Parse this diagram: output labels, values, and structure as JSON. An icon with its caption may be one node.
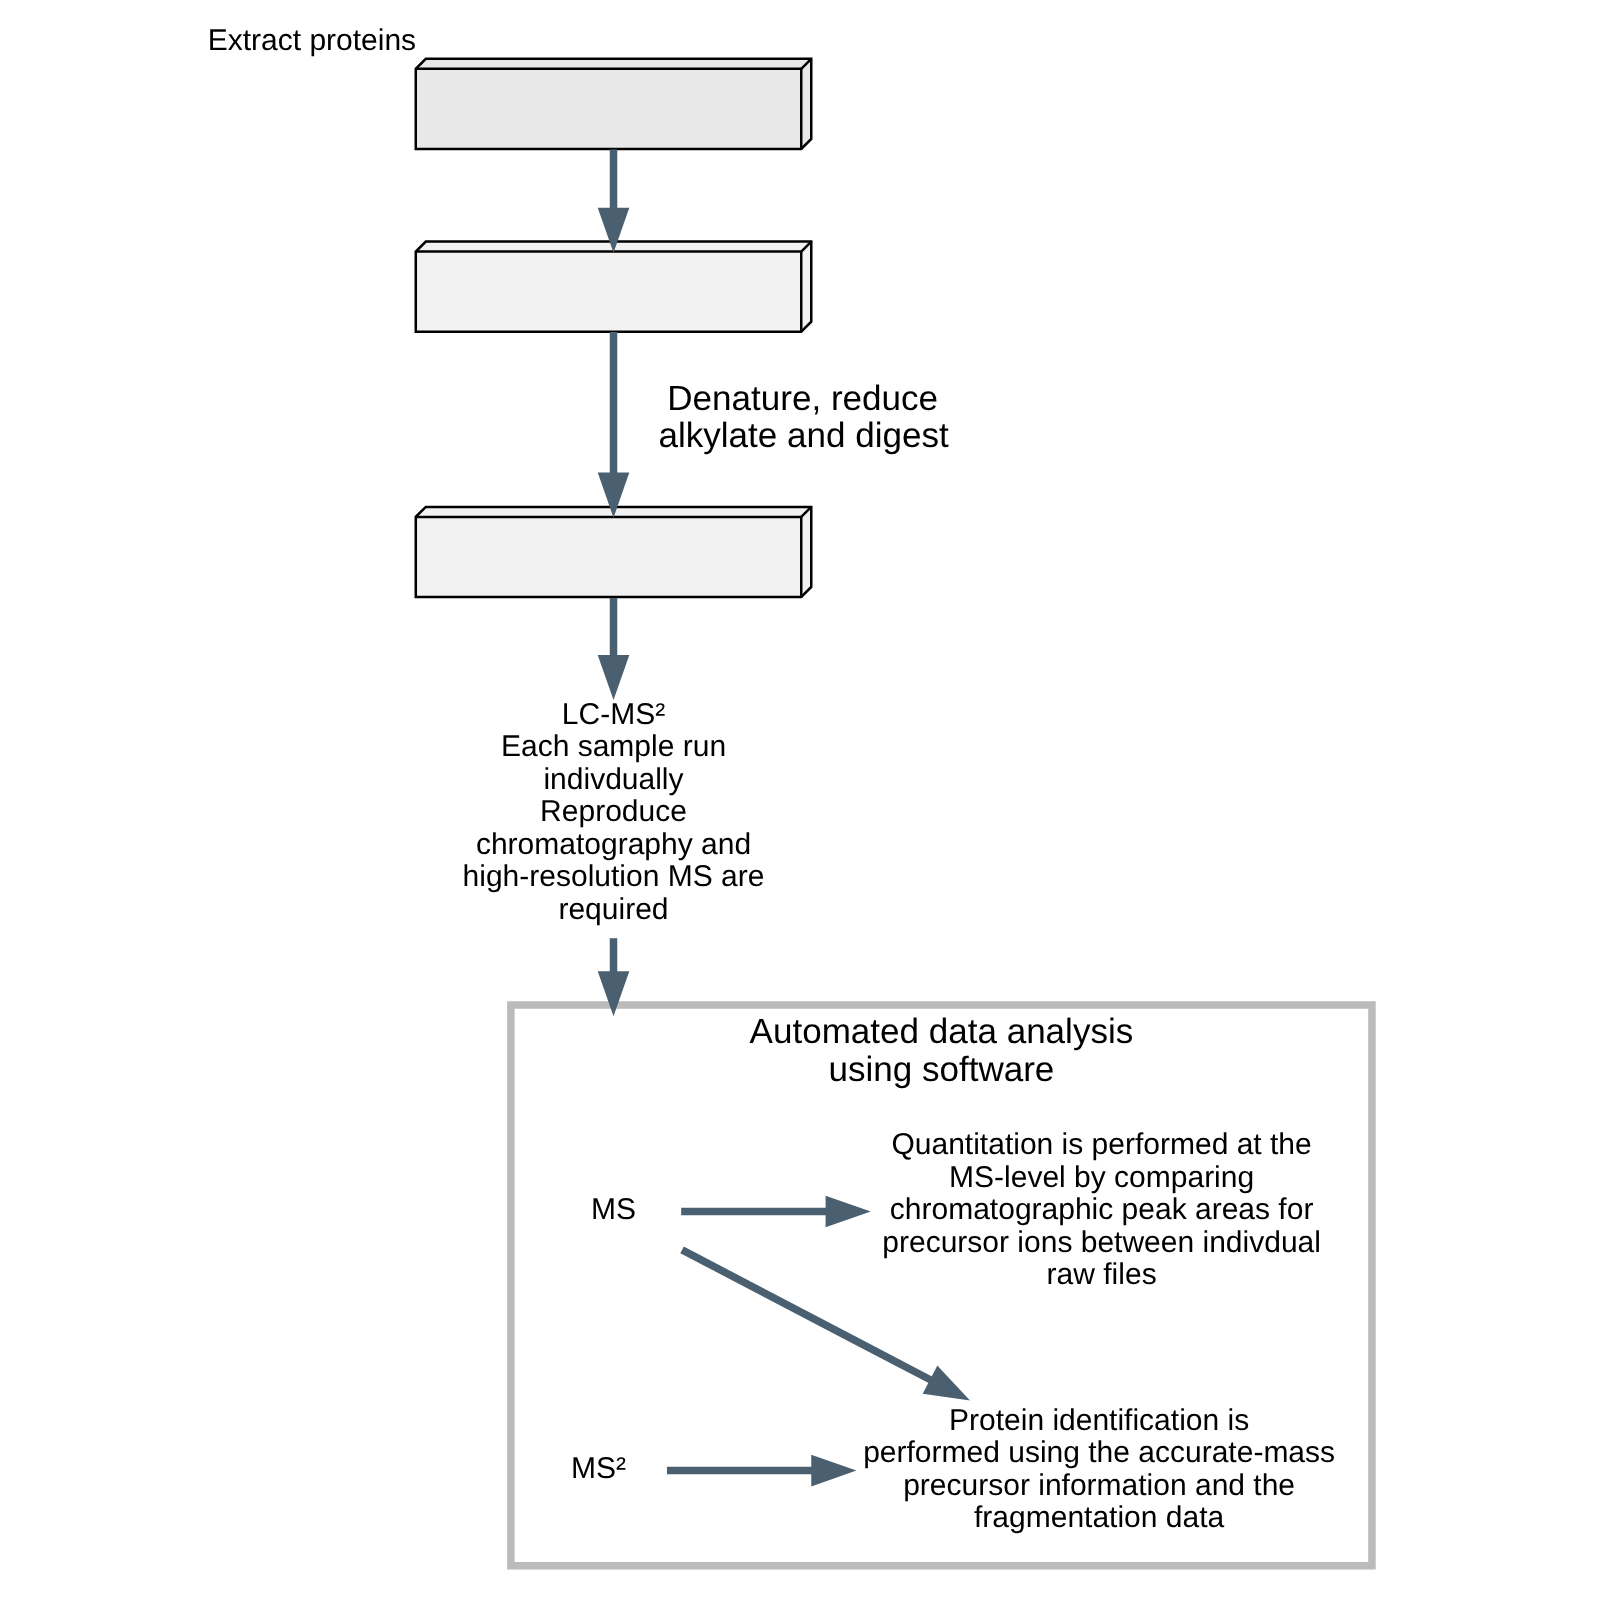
{
  "diagram": {
    "nodes": [
      {
        "text": [],
        "shape": "picture",
        "beside": [
          "Extract proteins"
        ]
      },
      {
        "text": [],
        "shape": "picture"
      },
      {
        "text": [],
        "shape": "picture"
      },
      {
        "text": [
          "LC-MS²",
          "Each sample run indivdually",
          "Reproduce chromatography and high-resolution MS are required"
        ]
      },
      {
        "text": [
          "Automated data analysis using software"
        ]
      },
      {
        "text": [
          "MS"
        ],
        "in": 4
      },
      {
        "text": [
          "MS²"
        ],
        "in": 4
      },
      {
        "text": [
          "Quantitation is performed at the MS-level by comparing chromatographic peak areas for precursor ions between indivdual raw files"
        ],
        "in": 4
      },
      {
        "text": [
          "Protein identification is performed using the accurate-mass precursor information and the fragmentation data"
        ],
        "in": 4
      }
    ],
    "edges": [
      {
        "from": 0,
        "to": 1,
        "arrow": "to"
      },
      {
        "from": 1,
        "to": 2,
        "arrow": "to",
        "label": "Denature, reduce alkylate and digest"
      },
      {
        "from": 2,
        "to": 3,
        "arrow": "to"
      },
      {
        "from": 3,
        "to": 4,
        "arrow": "to"
      },
      {
        "from": 5,
        "to": 7,
        "arrow": "to"
      },
      {
        "from": 5,
        "to": 8,
        "arrow": "to"
      },
      {
        "from": 6,
        "to": 8,
        "arrow": "to"
      }
    ]
  }
}
